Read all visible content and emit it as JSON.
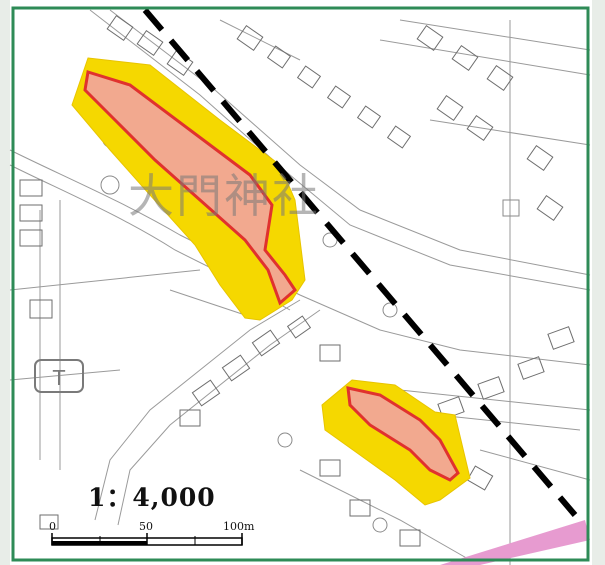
{
  "map": {
    "scale": {
      "ratio": "1：4,000",
      "ticks": [
        "0",
        "50",
        "100m"
      ]
    },
    "labels": {
      "shrine_symbol": "⛩",
      "shrine_name": "大門神社",
      "post_office_symbol": "T"
    },
    "colors": {
      "frame": "#2e8b57",
      "hazard_zone": "#f5d800",
      "danger_zone_fill": "#f2a98f",
      "danger_zone_stroke": "#e0322e",
      "pink_road": "#e79bd0",
      "dashed_boundary": "#000000"
    }
  }
}
